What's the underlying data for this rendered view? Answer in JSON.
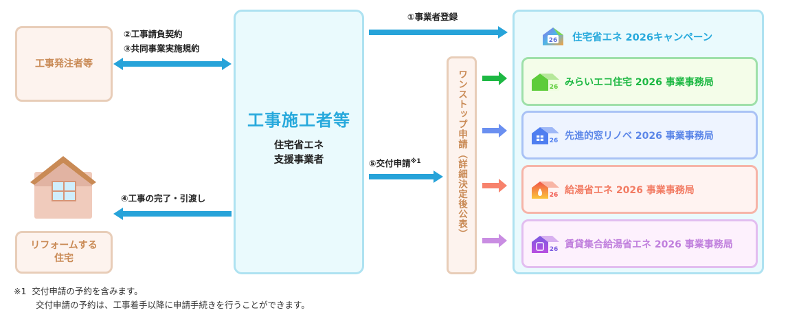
{
  "parties": {
    "orderer": "工事発注者等",
    "house_label": "リフォームする住宅",
    "house_label_line1": "リフォームする",
    "house_label_line2": "住宅",
    "contractor_title": "工事施工者等",
    "contractor_sub1": "住宅省エネ",
    "contractor_sub2": "支援事業者"
  },
  "flows": {
    "contract": "②工事請負契約",
    "joint": "③共同事業実施規約",
    "handover": "④工事の完了・引渡し",
    "register": "①事業者登録",
    "apply": "⑤交付申請",
    "apply_note_mark": "※1"
  },
  "onestop": "ワンストップ申請（詳細決定後公表）",
  "campaign": {
    "title": "住宅省エネ 2026キャンペーン",
    "icon_badge": "26"
  },
  "offices": [
    {
      "name": "みらいエコ住宅 2026 事業事務局",
      "color": "#1db843",
      "bg": "#f4fde9",
      "border": "#9ee0a9",
      "arrow": "#1db843",
      "badge": "26"
    },
    {
      "name": "先進的窓リノベ 2026 事業事務局",
      "color": "#5b86e8",
      "bg": "#eef4ff",
      "border": "#a9c2f5",
      "arrow": "#6a8ff0",
      "badge": "26"
    },
    {
      "name": "給湯省エネ 2026 事業事務局",
      "color": "#f27b63",
      "bg": "#fff3f1",
      "border": "#f6b4a8",
      "arrow": "#f7826c",
      "badge": "26"
    },
    {
      "name": "賃貸集合給湯省エネ 2026 事業事務局",
      "color": "#c07fdd",
      "bg": "#fdf1fd",
      "border": "#e2bdf0",
      "arrow": "#c98de2",
      "badge": "26"
    }
  ],
  "footnote": {
    "mark": "※1",
    "line1": "交付申請の予約を含みます。",
    "line2": "交付申請の予約は、工事着手以降に申請手続きを行うことができます。"
  },
  "colors": {
    "flow_arrow": "#27a3d9",
    "accent_blue": "#27a9dc",
    "orange_text": "#c98a55"
  }
}
